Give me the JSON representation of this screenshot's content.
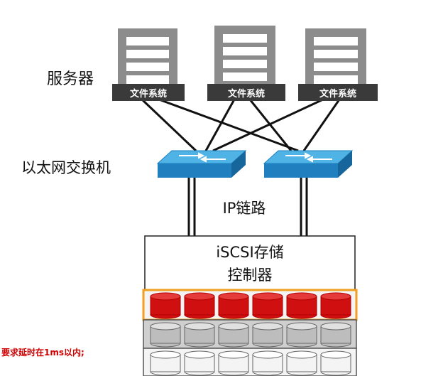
{
  "labels": {
    "servers": "服务器",
    "switches": "以太网交换机",
    "ip_link": "IP链路",
    "controller_line1": "iSCSI存储",
    "controller_line2": "控制器",
    "note": "要求延时在1ms以内;"
  },
  "servers": [
    {
      "fs_label": "文件系统"
    },
    {
      "fs_label": "文件系统"
    },
    {
      "fs_label": "文件系统"
    }
  ],
  "disk_shelves": [
    {
      "disks": 6,
      "style": "red"
    },
    {
      "disks": 6,
      "style": "gray"
    },
    {
      "disks": 6,
      "style": "white"
    }
  ],
  "colors": {
    "server_body": "#8c8c8c",
    "server_slot": "#ffffff",
    "fs_bar": "#3a3a3a",
    "switch_top": "#4fb3e6",
    "switch_side": "#1f7fbf",
    "red_disk": "#d01010",
    "red_border": "#f0a020",
    "note": "#d00000"
  }
}
